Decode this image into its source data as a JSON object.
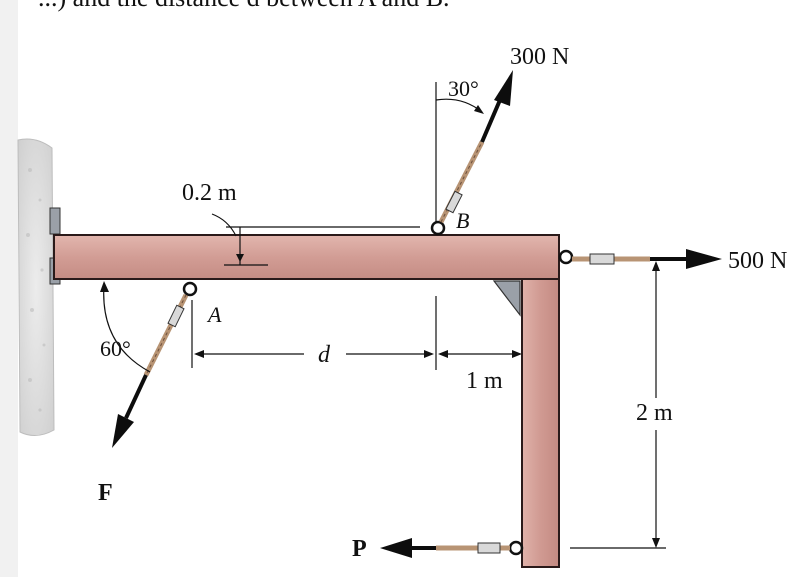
{
  "header_text": "...) and the distance d between A and B.",
  "colors": {
    "beam": "#d6a6a0",
    "beam_edge": "#2a1a1a",
    "wall": "#dcdcdc",
    "cable": "#b89474",
    "force": "#0d0d0d",
    "bracket": "#9aa0a8"
  },
  "labels": {
    "force_300": "300 N",
    "angle_30": "30°",
    "point_b": "B",
    "dim_02": "0.2 m",
    "point_a": "A",
    "force_500": "500 N",
    "angle_60": "60°",
    "dim_d": "d",
    "dim_1m": "1 m",
    "dim_2m": "2 m",
    "force_f": "F",
    "force_p": "P"
  }
}
